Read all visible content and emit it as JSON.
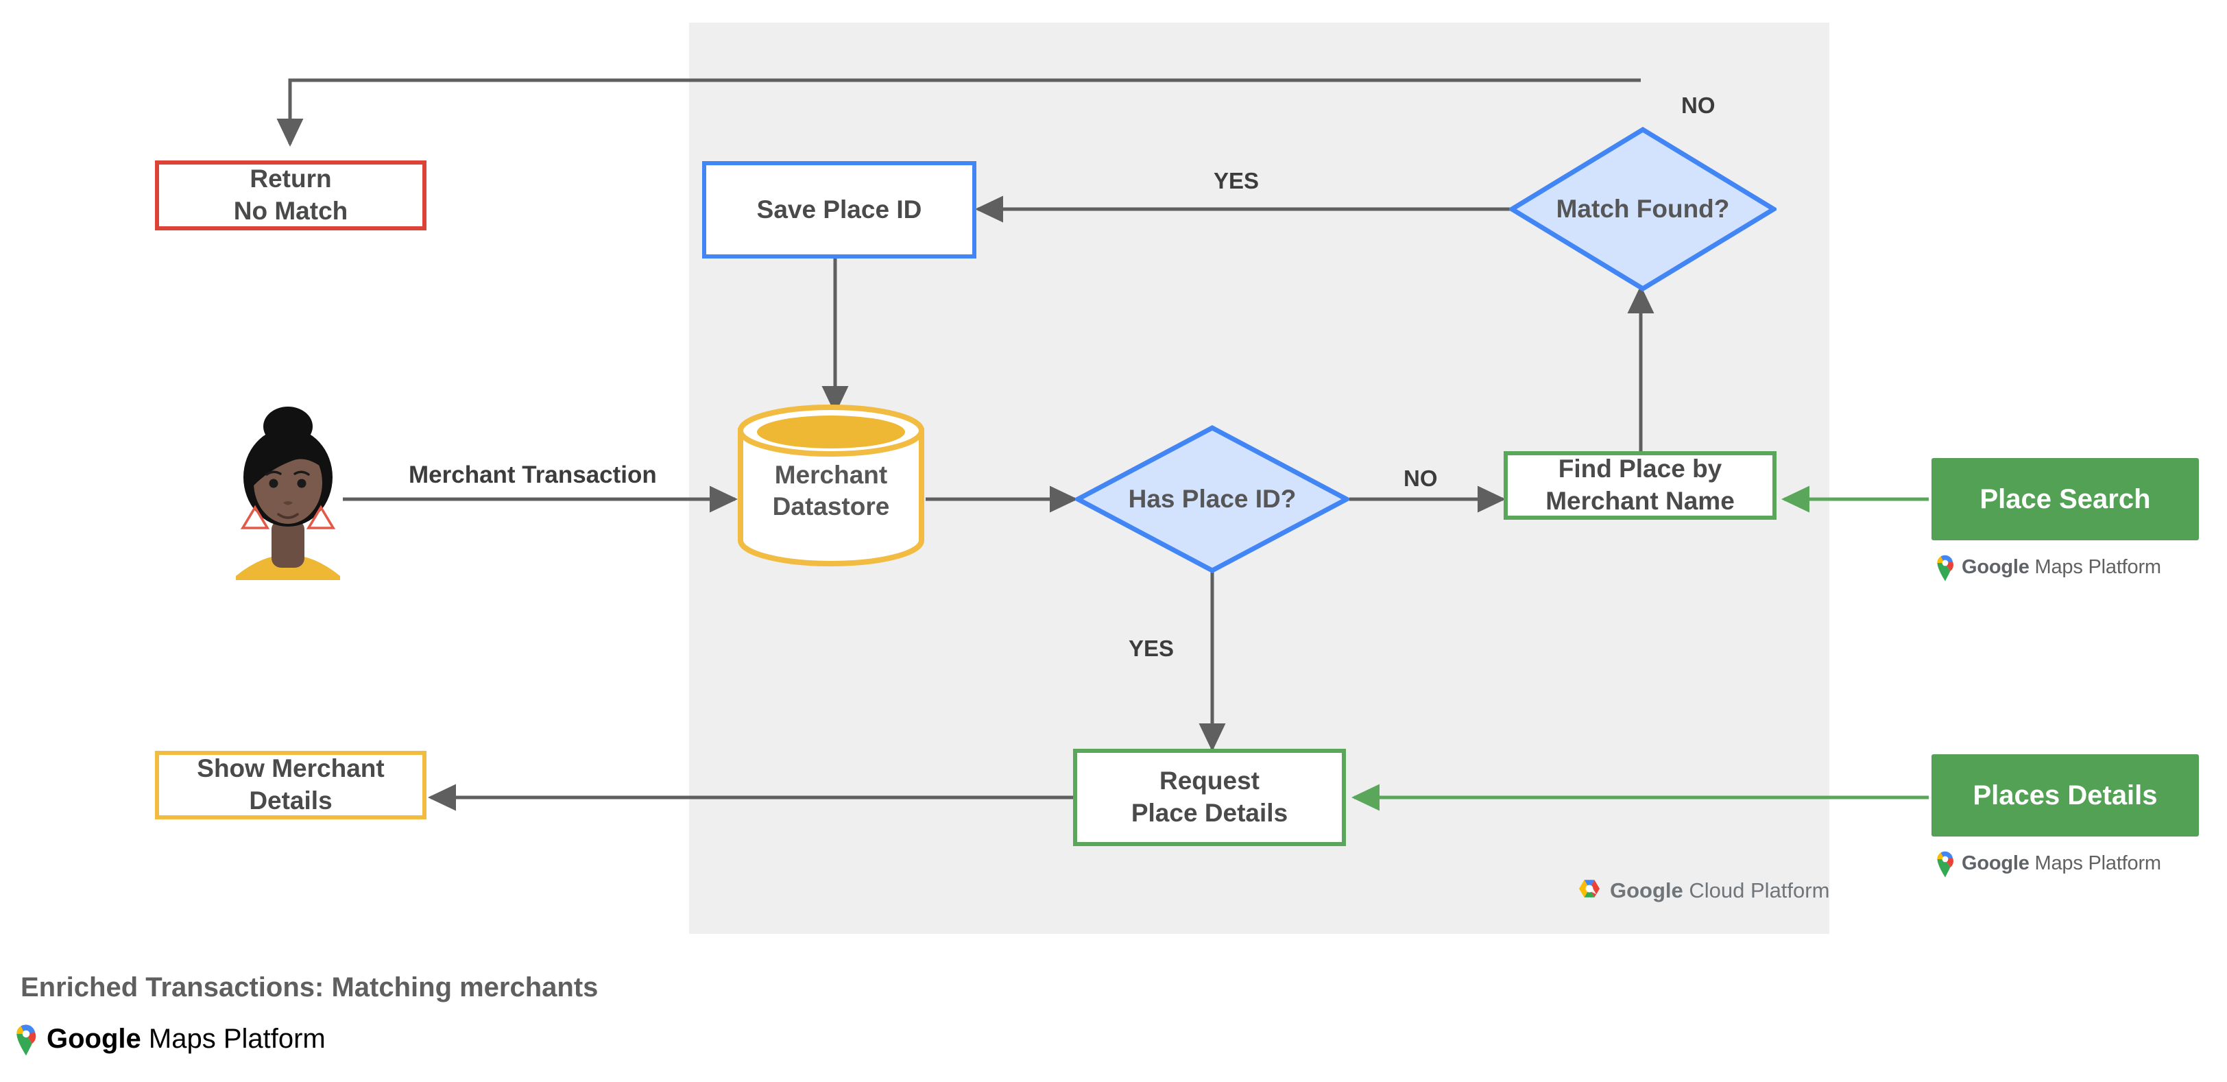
{
  "diagram": {
    "caption": "Enriched Transactions: Matching merchants",
    "panel_label": "google-cloud-platform-panel",
    "colors": {
      "panel_bg": "#efefef",
      "red": "#db4437",
      "blue": "#4285f4",
      "blue_fill": "#d3e2fd",
      "green": "#5aa75b",
      "green_chip": "#52a154",
      "yellow": "#f2bb41",
      "yellow_fill": "#eeb734",
      "wire": "#5f5f5f",
      "text": "#4a4a4a"
    }
  },
  "nodes": {
    "return_no_match": {
      "line1": "Return",
      "line2": "No Match"
    },
    "save_place_id": {
      "line1": "Save Place ID"
    },
    "match_found": {
      "line1": "Match",
      "line2": "Found?"
    },
    "merchant_datastore": {
      "line1": "Merchant",
      "line2": "Datastore"
    },
    "has_place_id": {
      "line1": "Has",
      "line2": "Place ID?"
    },
    "find_place": {
      "line1": "Find Place by",
      "line2": "Merchant Name"
    },
    "request_place_details": {
      "line1": "Request",
      "line2": "Place Details"
    },
    "show_merchant_details": {
      "line1": "Show Merchant",
      "line2": "Details"
    },
    "place_search_chip": {
      "label": "Place Search"
    },
    "places_details_chip": {
      "label": "Places Details"
    }
  },
  "edge_labels": {
    "merchant_transaction": "Merchant Transaction",
    "match_no": "NO",
    "match_yes": "YES",
    "has_place_id_no": "NO",
    "has_place_id_yes": "YES"
  },
  "logos": {
    "maps_platform_bold": "Google",
    "maps_platform_rest": " Maps Platform",
    "cloud_platform_bold": "Google",
    "cloud_platform_rest": " Cloud Platform"
  }
}
